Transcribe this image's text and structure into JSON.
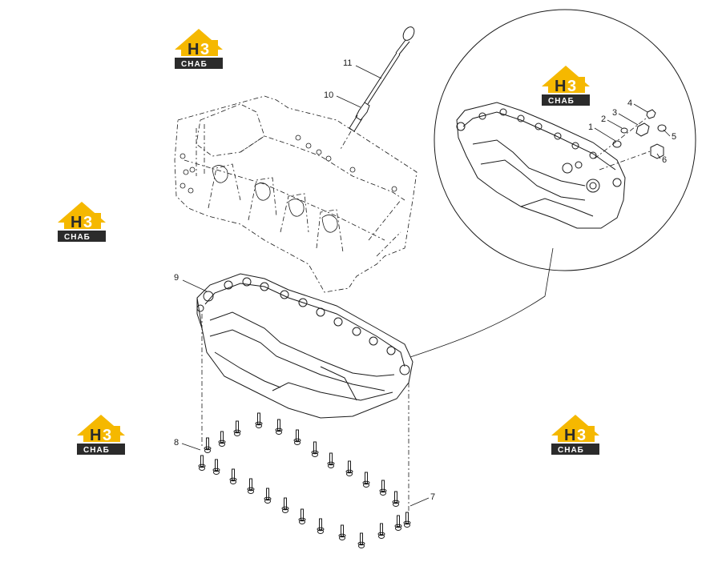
{
  "brand": {
    "logo_letters_left": "H",
    "logo_letters_right": "3",
    "logo_text": "CHAБ",
    "logo_color": "#f5b800",
    "logo_dark": "#2b2b2b"
  },
  "callouts": [
    "1",
    "2",
    "3",
    "4",
    "5",
    "6",
    "7",
    "8",
    "9",
    "10",
    "11"
  ]
}
